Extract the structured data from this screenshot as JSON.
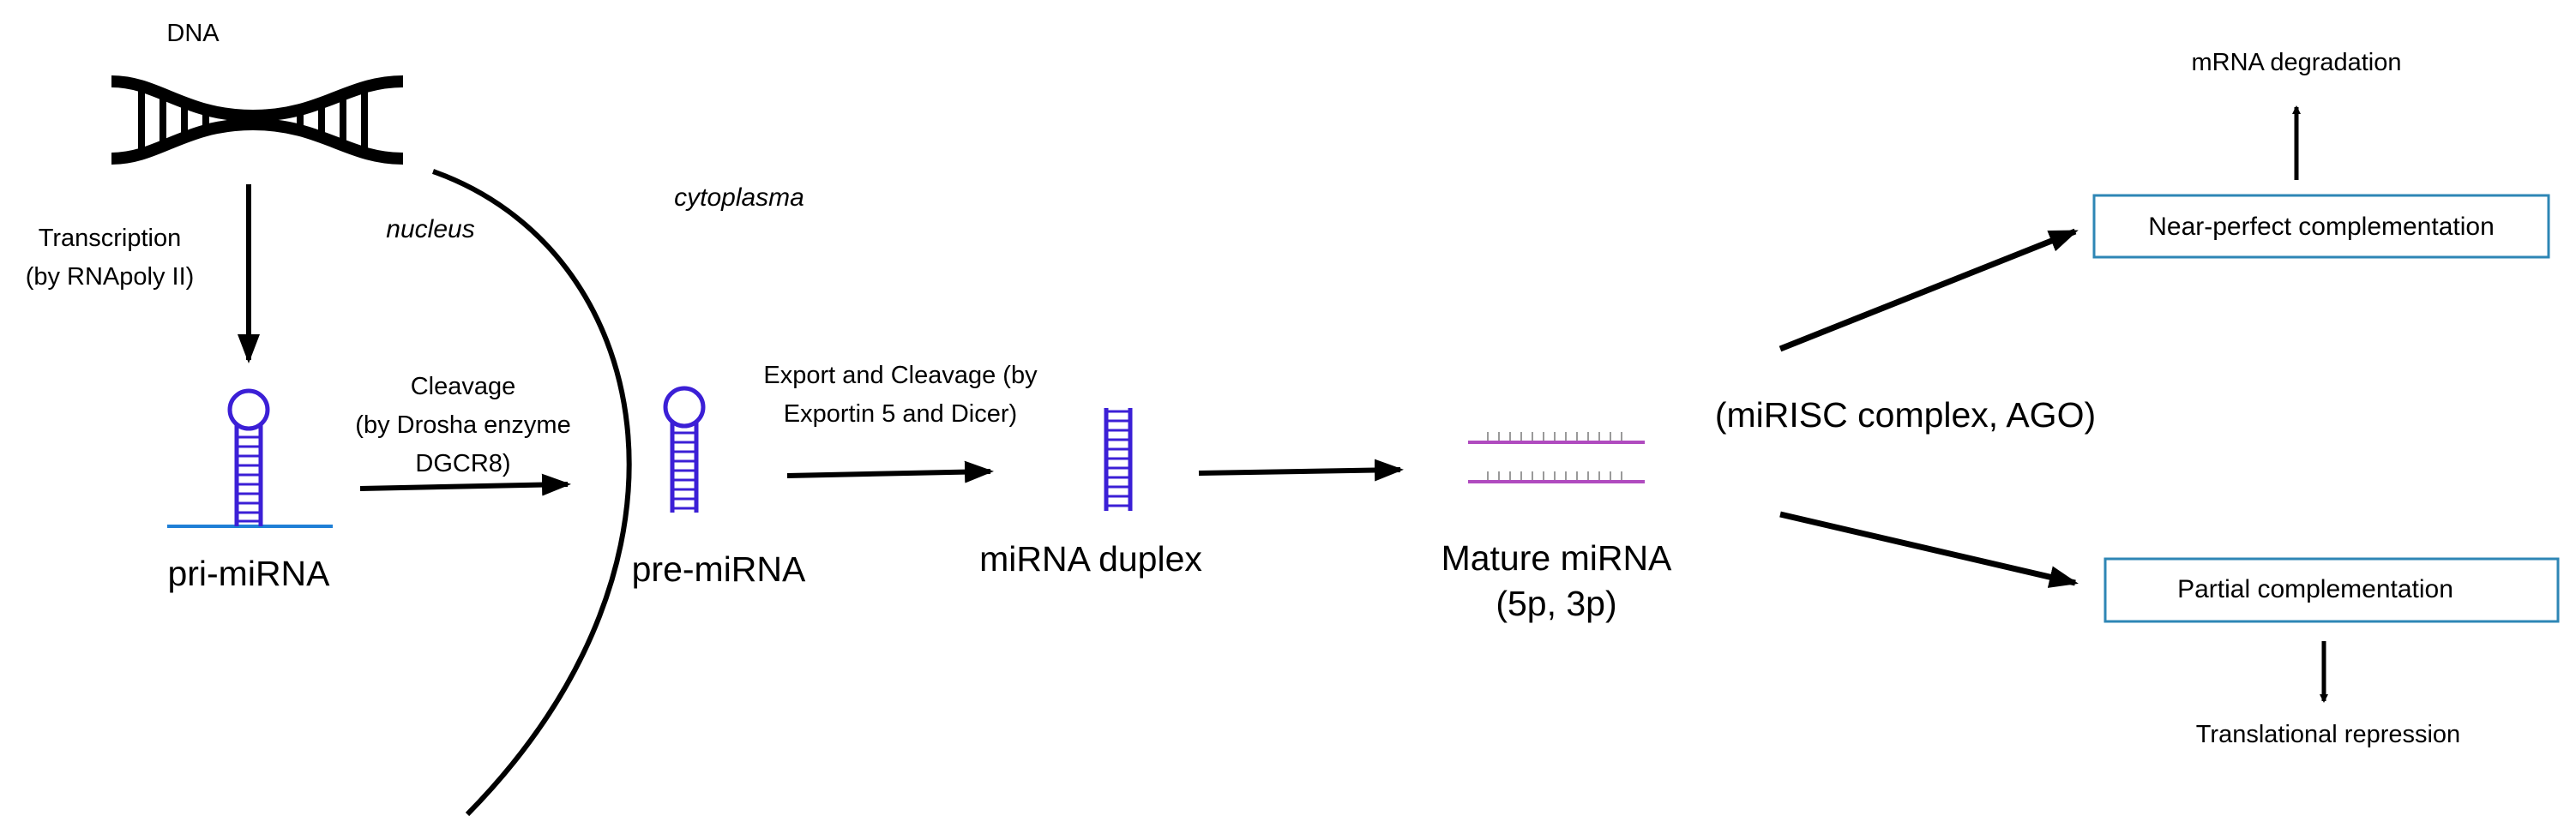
{
  "labels": {
    "dna": "DNA",
    "transcription_line1": "Transcription",
    "transcription_line2": "(by RNApoly II)",
    "nucleus": "nucleus",
    "cytoplasma": "cytoplasma",
    "cleavage_line1": "Cleavage",
    "cleavage_line2": "(by Drosha enzyme",
    "cleavage_line3": "DGCR8)",
    "export_line1": "Export and Cleavage (by",
    "export_line2": "Exportin 5 and Dicer)",
    "pri_mirna": "pri-miRNA",
    "pre_mirna": "pre-miRNA",
    "mirna_duplex": "miRNA duplex",
    "mature_line1": "Mature miRNA",
    "mature_line2": "(5p, 3p)",
    "mirisc": "(miRISC complex, AGO)",
    "mrna_degradation": "mRNA degradation",
    "translational_repression": "Translational repression"
  },
  "boxes": {
    "near_perfect": "Near-perfect complementation",
    "partial": "Partial complementation"
  },
  "colors": {
    "hairpin": "#3b1fd6",
    "mature_strand": "#b04bbf",
    "mature_ticks": "#9a9a9a",
    "base_line": "#1f7fd6",
    "box_border": "#2e86b5",
    "arrow": "#000000"
  },
  "icons": [
    "dna-helix-icon",
    "pri-mirna-hairpin-icon",
    "pre-mirna-hairpin-icon",
    "mirna-duplex-icon",
    "mature-mirna-icon"
  ]
}
